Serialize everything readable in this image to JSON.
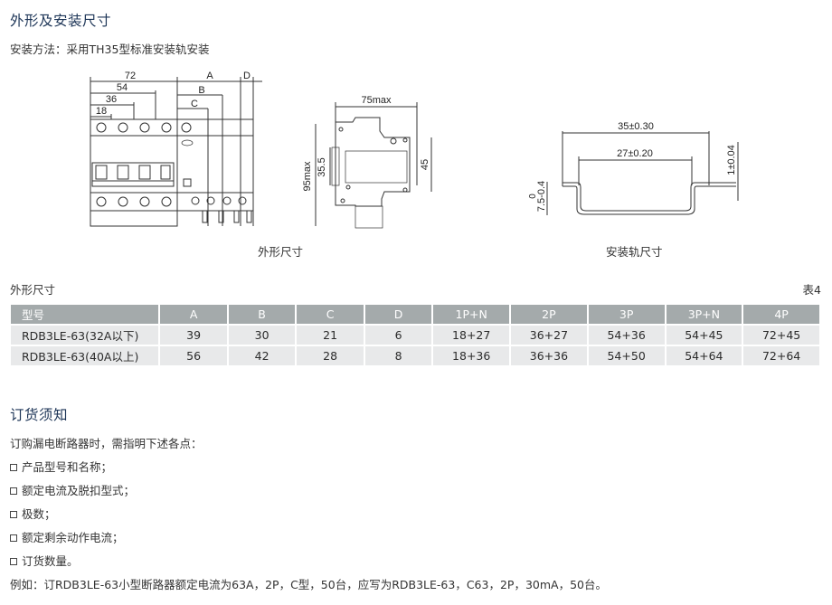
{
  "section1": {
    "title": "外形及安装尺寸",
    "install_method": "安装方法：采用TH35型标准安装轨安装"
  },
  "drawing_front": {
    "dims": [
      "72",
      "54",
      "36",
      "18",
      "A",
      "B",
      "C",
      "D"
    ],
    "caption": "外形尺寸"
  },
  "drawing_side": {
    "dims": [
      "75max",
      "95max",
      "35.5",
      "45"
    ]
  },
  "drawing_rail": {
    "dims": [
      "35±0.30",
      "27±0.20",
      "1±0.04",
      "0",
      "7.5-0.4"
    ],
    "caption": "安装轨尺寸"
  },
  "table": {
    "caption": "外形尺寸",
    "table_no": "表4",
    "headers": [
      "型号",
      "A",
      "B",
      "C",
      "D",
      "1P+N",
      "2P",
      "3P",
      "3P+N",
      "4P"
    ],
    "rows": [
      [
        "RDB3LE-63(32A以下)",
        "39",
        "30",
        "21",
        "6",
        "18+27",
        "36+27",
        "54+36",
        "54+45",
        "72+45"
      ],
      [
        "RDB3LE-63(40A以上)",
        "56",
        "42",
        "28",
        "8",
        "18+36",
        "36+36",
        "54+50",
        "54+64",
        "72+64"
      ]
    ]
  },
  "section2": {
    "title": "订货须知",
    "intro": "订购漏电断路器时，需指明下述各点：",
    "items": [
      "产品型号和名称；",
      "额定电流及脱扣型式；",
      "极数；",
      "额定剩余动作电流；",
      "订货数量。"
    ],
    "example": "例如：订RDB3LE-63小型断路器额定电流为63A，2P，C型，50台，应写为RDB3LE-63，C63，2P，30mA，50台。"
  },
  "colors": {
    "title": "#1d3557",
    "table_header_bg": "#a4aaab",
    "table_row_bg": "#e8e9ea"
  }
}
